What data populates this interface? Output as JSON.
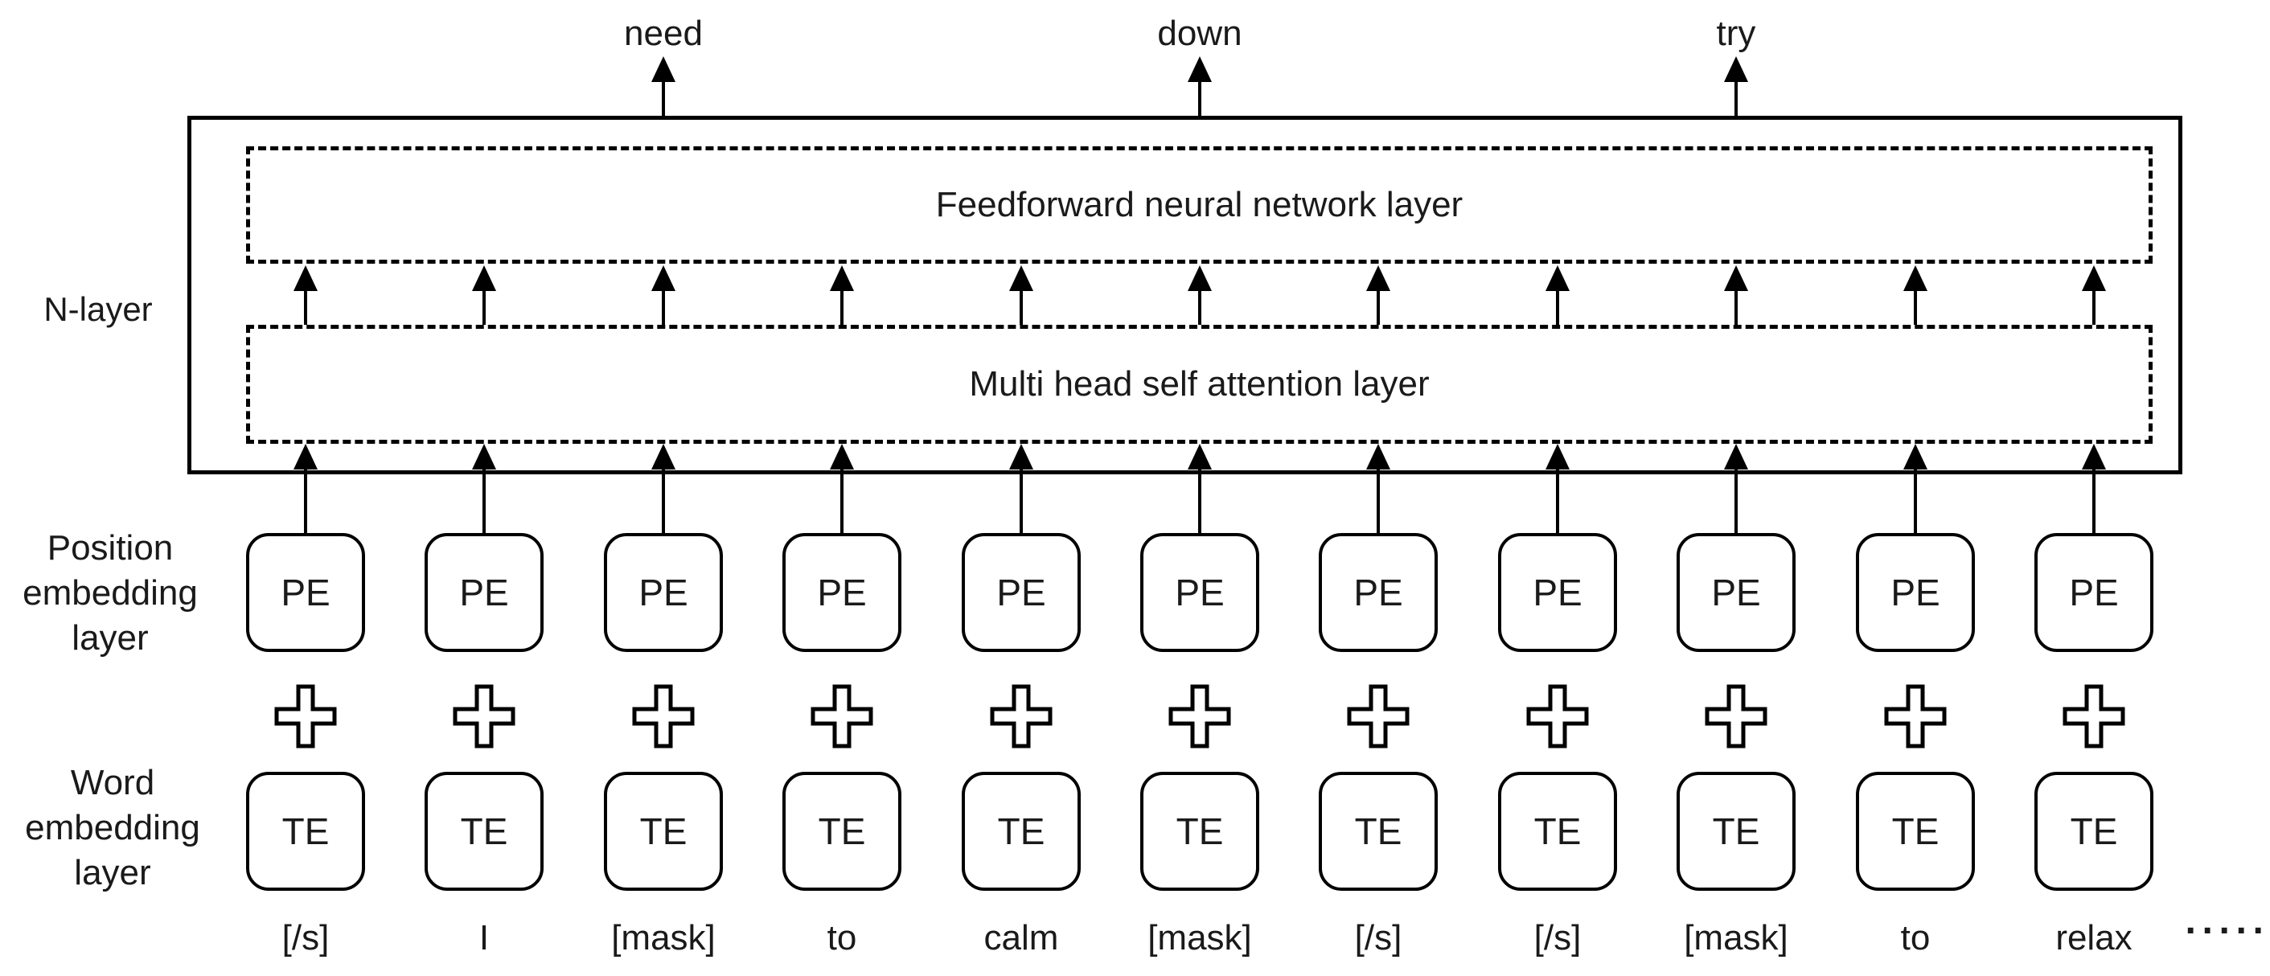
{
  "diagram": {
    "predictions": [
      {
        "word": "need",
        "column": 3
      },
      {
        "word": "down",
        "column": 6
      },
      {
        "word": "try",
        "column": 9
      }
    ],
    "encoder": {
      "n_layer_label": "N-layer",
      "ffn_label": "Feedforward neural network layer",
      "attn_label": "Multi head self attention layer"
    },
    "position_embedding_label_lines": [
      "Position",
      "embedding",
      "layer"
    ],
    "word_embedding_label_lines": [
      "Word",
      "embedding",
      "layer"
    ],
    "pe_box_label": "PE",
    "te_box_label": "TE",
    "plus_icon_name": "plus-icon",
    "tokens": [
      "[/s]",
      "I",
      "[mask]",
      "to",
      "calm",
      "[mask]",
      "[/s]",
      "[/s]",
      "[mask]",
      "to",
      "relax"
    ],
    "ellipsis": "·····"
  }
}
